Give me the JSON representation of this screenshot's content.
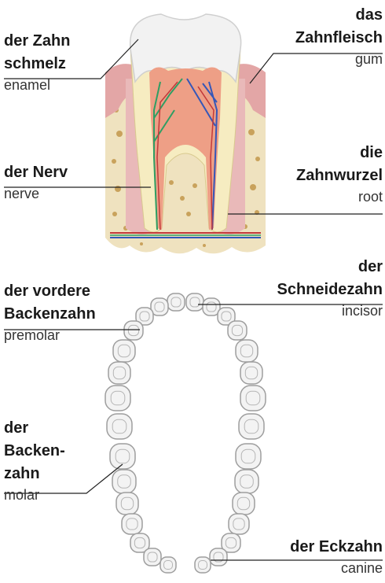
{
  "labels": {
    "enamel": {
      "de1": "der Zahn",
      "de2": "schmelz",
      "en": "enamel"
    },
    "gum": {
      "de1": "das",
      "de2": "Zahnfleisch",
      "en": "gum"
    },
    "nerve": {
      "de1": "der Nerv",
      "en": "nerve"
    },
    "root": {
      "de1": "die",
      "de2": "Zahnwurzel",
      "en": "root"
    },
    "premolar": {
      "de1": "der vordere",
      "de2": "Backenzahn",
      "en": "premolar"
    },
    "incisor": {
      "de1": "der",
      "de2": "Schneidezahn",
      "en": "incisor"
    },
    "molar": {
      "de1": "der",
      "de2": "Backen-",
      "de3": "zahn",
      "en": "molar"
    },
    "canine": {
      "de1": "der Eckzahn",
      "en": "canine"
    }
  }
}
